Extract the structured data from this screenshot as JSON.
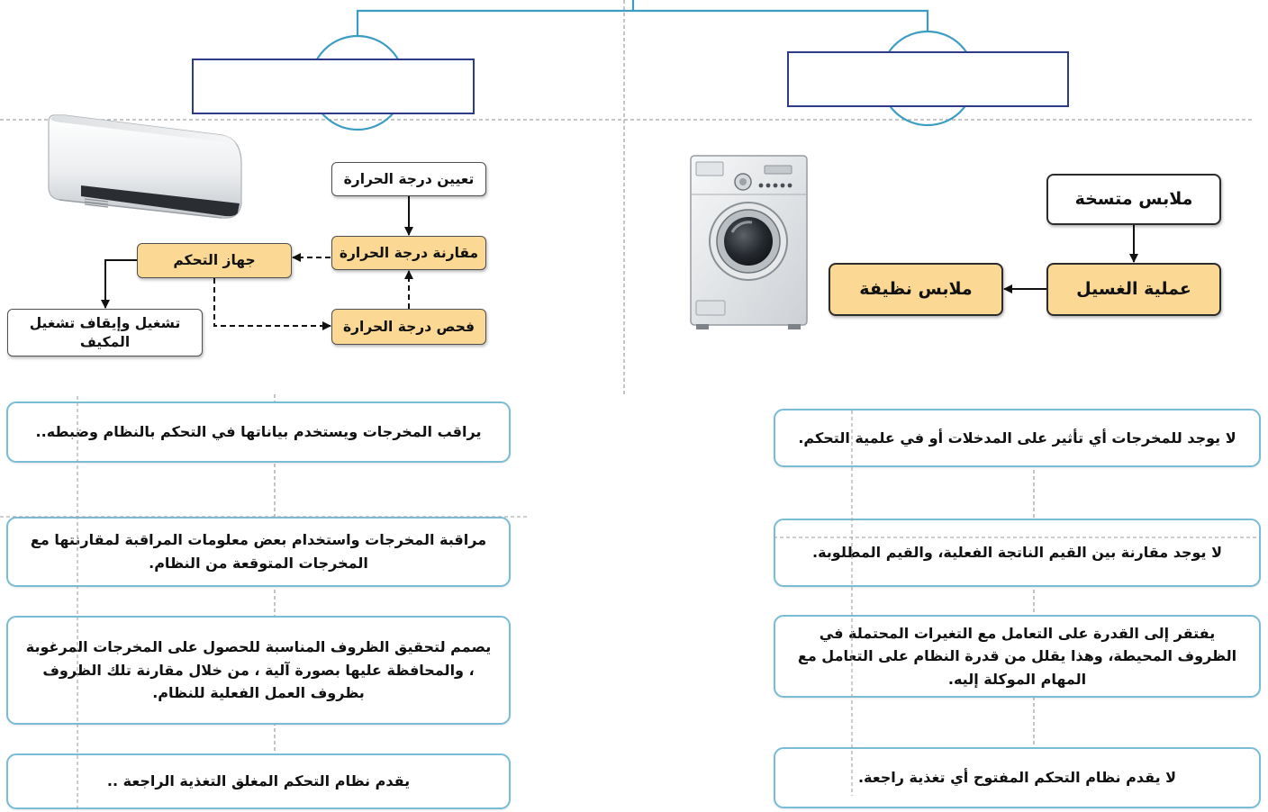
{
  "closed_loop": {
    "flowchart": {
      "set_temperature": "تعيين درجة الحرارة",
      "compare_temperature": "مقارنة درجة الحرارة",
      "control_device": "جهاز التحكم",
      "check_temperature": "فحص درجة الحرارة",
      "ac_on_off": [
        "تشغيل وإيقاف تشغيل",
        "المكيف"
      ]
    },
    "example_image": "air-conditioner-icon",
    "characteristics": [
      "يراقب المخرجات ويستخدم بياناتها في التحكم بالنظام وضبطه..",
      "مراقبة المخرجات واستخدام بعض معلومات المراقبة لمقارنتها مع المخرجات المتوقعة من النظام.",
      "يصمم لتحقيق الظروف المناسبة للحصول على المخرجات المرغوبة ، والمحافظة عليها بصورة آلية ، من خلال مقارنة تلك الظروف بظروف العمل الفعلية للنظام.",
      "يقدم نظام التحكم المغلق التغذية الراجعة .."
    ]
  },
  "open_loop": {
    "flowchart": {
      "dirty_clothes": "ملابس متسخة",
      "washing_process": "عملية الغسيل",
      "clean_clothes": "ملابس نظيفة"
    },
    "example_image": "washing-machine-icon",
    "characteristics": [
      "لا يوجد للمخرجات أي تأثير على المدخلات أو في علمية التحكم.",
      "لا يوجد مقارنة بين القيم الناتجة الفعلية، والقيم المطلوبة.",
      "يفتقر إلى القدرة على التعامل مع التغيرات المحتملة في الظروف المحيطة، وهذا يقلل من قدرة النظام على التعامل مع المهام الموكلة إليه.",
      "لا يقدم نظام التحكم المفتوح أي تغذية راجعة."
    ]
  },
  "colors": {
    "connector": "#3b9dc3",
    "title_box_border": "#2e3a8a",
    "flow_box_fill": "#fbd994",
    "fact_box_border": "#79bcd6",
    "guide_dash": "#a3a3a3",
    "ink": "#111111"
  }
}
